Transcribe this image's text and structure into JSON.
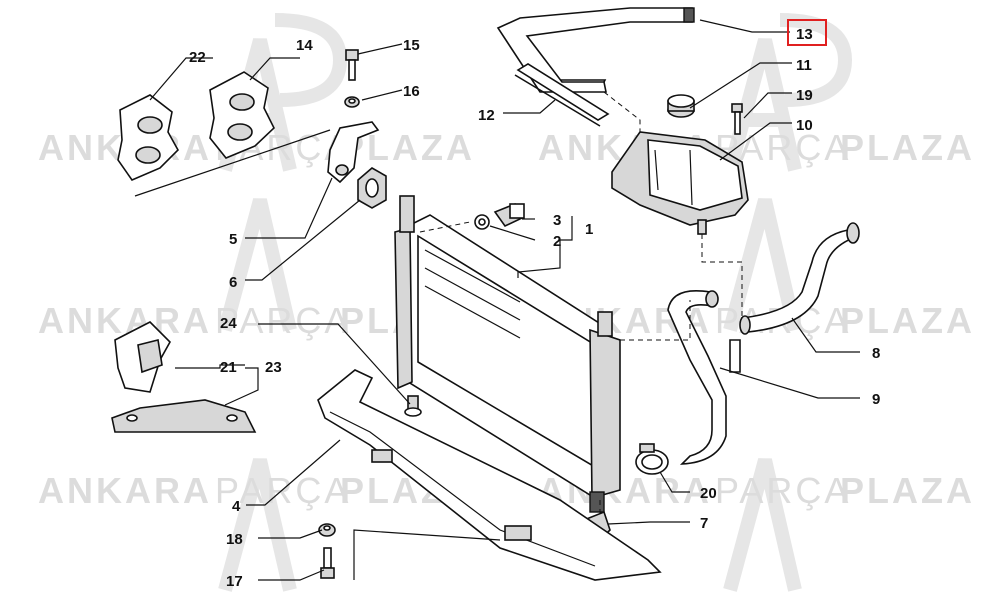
{
  "watermark": {
    "word1": "ANKARA",
    "word2": "PARÇA",
    "word3": "PLAZA",
    "logo_letters": "AP"
  },
  "highlighted_part": "13",
  "callouts": {
    "c1": "1",
    "c2": "2",
    "c3": "3",
    "c4": "4",
    "c5": "5",
    "c6": "6",
    "c7": "7",
    "c8": "8",
    "c9": "9",
    "c10": "10",
    "c11": "11",
    "c12": "12",
    "c13": "13",
    "c14": "14",
    "c15": "15",
    "c16": "16",
    "c17": "17",
    "c18": "18",
    "c19": "19",
    "c20": "20",
    "c21": "21",
    "c22": "22",
    "c23": "23",
    "c24": "24"
  },
  "colors": {
    "highlight": "#e02020",
    "watermark": "#dcdcdc",
    "line": "#111111"
  }
}
